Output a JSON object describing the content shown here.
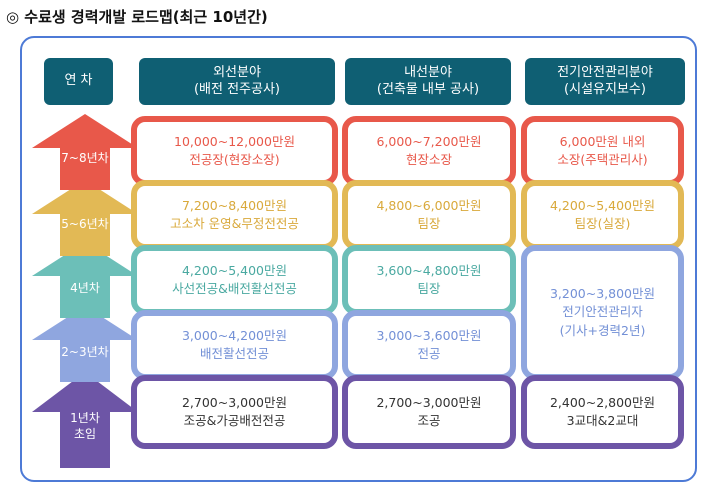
{
  "title": "◎ 수료생 경력개발 로드맵(최근 10년간)",
  "headers": {
    "years": "연 차",
    "col1_line1": "외선분야",
    "col1_line2": "(배전 전주공사)",
    "col2_line1": "내선분야",
    "col2_line2": "(건축물 내부 공사)",
    "col3_line1": "전기안전관리분야",
    "col3_line2": "(시설유지보수)"
  },
  "colors": {
    "header": "#0f5f73",
    "red": "#e8584a",
    "gold": "#e2b955",
    "teal": "#6cbfb8",
    "blue": "#8fa6df",
    "purple": "#6d55a6",
    "frame": "#4d7ad6"
  },
  "arrows": [
    {
      "line1": "7~8년차",
      "line2": ""
    },
    {
      "line1": "5~6년차",
      "line2": ""
    },
    {
      "line1": "4년차",
      "line2": ""
    },
    {
      "line1": "2~3년차",
      "line2": ""
    },
    {
      "line1": "1년차",
      "line2": "초임"
    }
  ],
  "col1": [
    {
      "salary": "10,000~12,000만원",
      "role": "전공장(현장소장)"
    },
    {
      "salary": "7,200~8,400만원",
      "role": "고소차 운영&무정전전공"
    },
    {
      "salary": "4,200~5,400만원",
      "role": "사선전공&배전활선전공"
    },
    {
      "salary": "3,000~4,200만원",
      "role": "배전활선전공"
    },
    {
      "salary": "2,700~3,000만원",
      "role": "조공&가공배전전공"
    }
  ],
  "col2": [
    {
      "salary": "6,000~7,200만원",
      "role": "현장소장"
    },
    {
      "salary": "4,800~6,000만원",
      "role": "팀장"
    },
    {
      "salary": "3,600~4,800만원",
      "role": "팀장"
    },
    {
      "salary": "3,000~3,600만원",
      "role": "전공"
    },
    {
      "salary": "2,700~3,000만원",
      "role": "조공"
    }
  ],
  "col3": [
    {
      "salary": "6,000만원 내외",
      "role": "소장(주택관리사)"
    },
    {
      "salary": "4,200~5,400만원",
      "role": "팀장(실장)"
    },
    {
      "salary": "3,200~3,800만원",
      "role": "전기안전관리자",
      "extra": "(기사+경력2년)"
    },
    {
      "salary": "2,400~2,800만원",
      "role": "3교대&2교대"
    }
  ]
}
